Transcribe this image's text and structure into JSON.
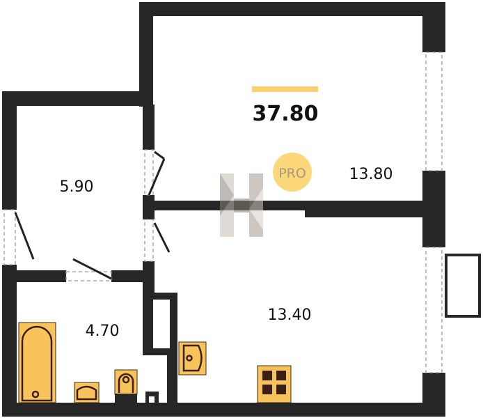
{
  "plan": {
    "total_area": "37.80",
    "badge": "PRO",
    "rooms": [
      {
        "name": "room-hall",
        "area": "5.90"
      },
      {
        "name": "room-bedroom",
        "area": "13.80"
      },
      {
        "name": "room-bathroom",
        "area": "4.70"
      },
      {
        "name": "room-kitchen",
        "area": "13.40"
      }
    ]
  },
  "colors": {
    "wall": "#262626",
    "accent": "#f9c35c",
    "badge": "#fcd87a"
  }
}
